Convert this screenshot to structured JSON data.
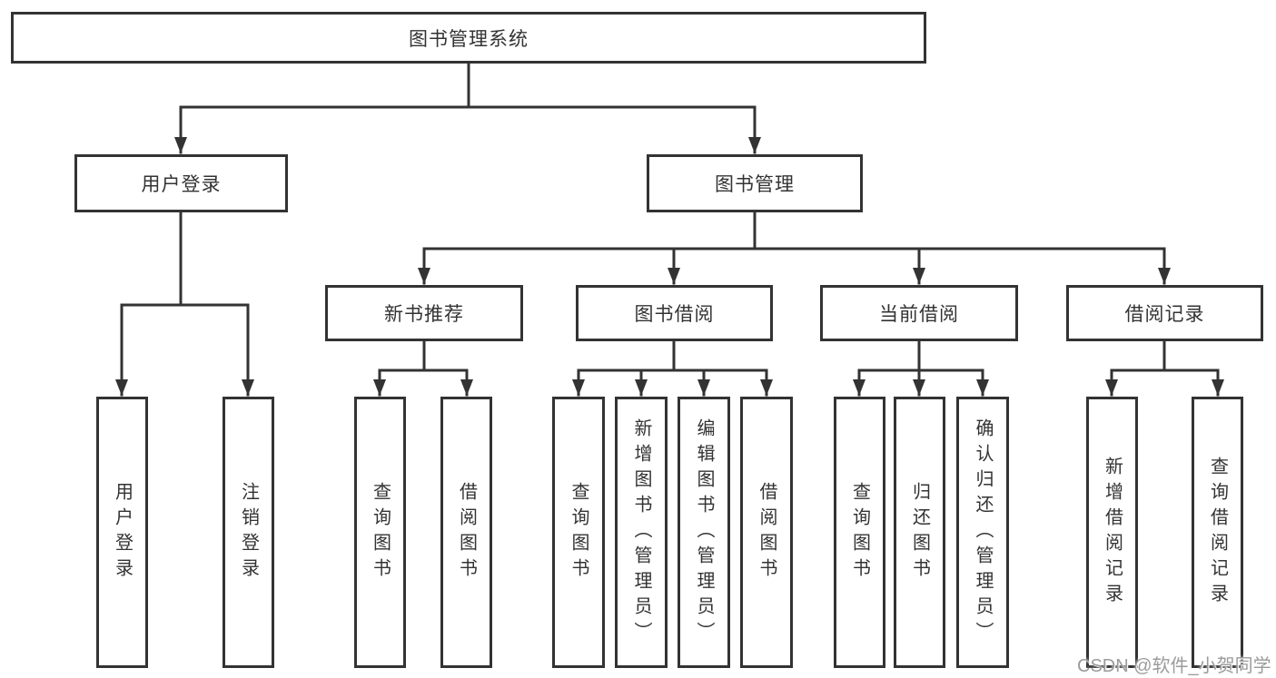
{
  "colors": {
    "line": "#333333",
    "text": "#333333",
    "background": "#ffffff",
    "watermark_text": "#9b9b9b"
  },
  "diagram_type": "hierarchy-tree",
  "tree": {
    "label": "图书管理系统",
    "children": [
      {
        "label": "用户登录",
        "children": [
          {
            "label": "用户登录"
          },
          {
            "label": "注销登录"
          }
        ]
      },
      {
        "label": "图书管理",
        "children": [
          {
            "label": "新书推荐",
            "children": [
              {
                "label": "查询图书"
              },
              {
                "label": "借阅图书"
              }
            ]
          },
          {
            "label": "图书借阅",
            "children": [
              {
                "label": "查询图书"
              },
              {
                "label": "新增图书（管理员）"
              },
              {
                "label": "编辑图书（管理员）"
              },
              {
                "label": "借阅图书"
              }
            ]
          },
          {
            "label": "当前借阅",
            "children": [
              {
                "label": "查询图书"
              },
              {
                "label": "归还图书"
              },
              {
                "label": "确认归还（管理员）"
              }
            ]
          },
          {
            "label": "借阅记录",
            "children": [
              {
                "label": "新增借阅记录"
              },
              {
                "label": "查询借阅记录"
              }
            ]
          }
        ]
      }
    ]
  },
  "watermark": {
    "text": "CSDN @软件_小贺同学"
  }
}
